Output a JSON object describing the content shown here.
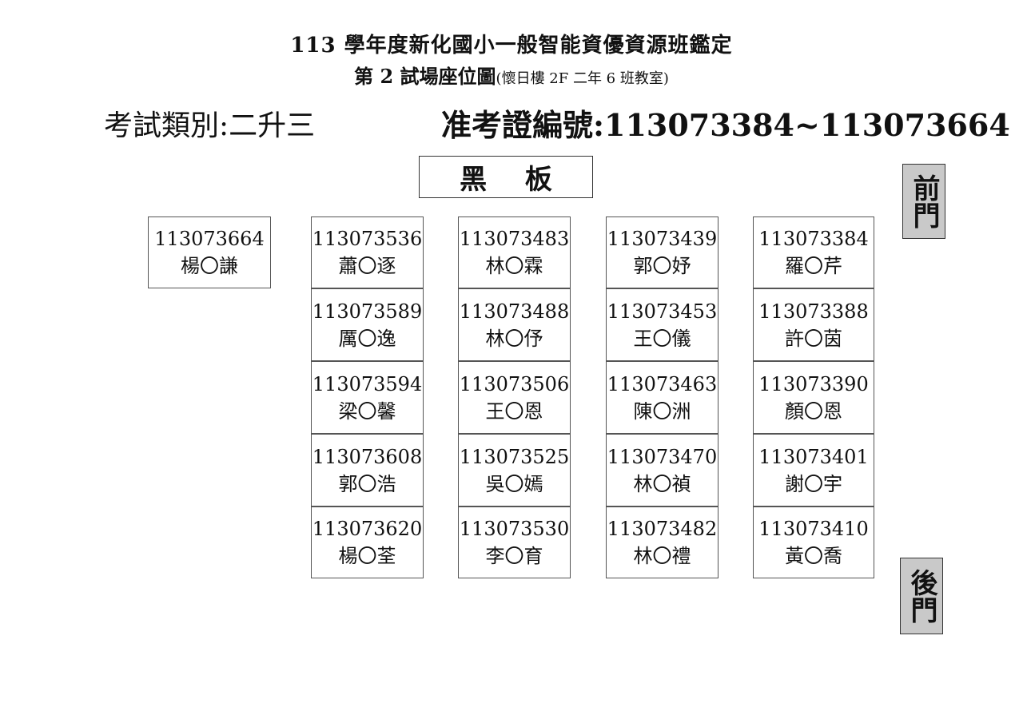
{
  "header": {
    "title": "113 學年度新化國小一般智能資優資源班鑑定",
    "subtitle": "第 2 試場座位圖",
    "room": "(懷日樓 2F 二年 6 班教室)"
  },
  "exam_category": "考試類別:二升三",
  "admission_range": "准考證編號:113073384~113073664",
  "blackboard_label": "黑 板",
  "front_door_label": "前門",
  "back_door_label": "後門",
  "solo_seat": {
    "number": "113073664",
    "name": "楊〇謙"
  },
  "columns": [
    {
      "seats": [
        {
          "number": "113073536",
          "name": "蕭〇逐"
        },
        {
          "number": "113073589",
          "name": "厲〇逸"
        },
        {
          "number": "113073594",
          "name": "梁〇馨"
        },
        {
          "number": "113073608",
          "name": "郭〇浩"
        },
        {
          "number": "113073620",
          "name": "楊〇荃"
        }
      ]
    },
    {
      "seats": [
        {
          "number": "113073483",
          "name": "林〇霖"
        },
        {
          "number": "113073488",
          "name": "林〇伃"
        },
        {
          "number": "113073506",
          "name": "王〇恩"
        },
        {
          "number": "113073525",
          "name": "吳〇嫣"
        },
        {
          "number": "113073530",
          "name": "李〇育"
        }
      ]
    },
    {
      "seats": [
        {
          "number": "113073439",
          "name": "郭〇妤"
        },
        {
          "number": "113073453",
          "name": "王〇儀"
        },
        {
          "number": "113073463",
          "name": "陳〇洲"
        },
        {
          "number": "113073470",
          "name": "林〇禎"
        },
        {
          "number": "113073482",
          "name": "林〇禮"
        }
      ]
    },
    {
      "seats": [
        {
          "number": "113073384",
          "name": "羅〇芹"
        },
        {
          "number": "113073388",
          "name": "許〇茵"
        },
        {
          "number": "113073390",
          "name": "顏〇恩"
        },
        {
          "number": "113073401",
          "name": "謝〇宇"
        },
        {
          "number": "113073410",
          "name": "黃〇喬"
        }
      ]
    }
  ]
}
